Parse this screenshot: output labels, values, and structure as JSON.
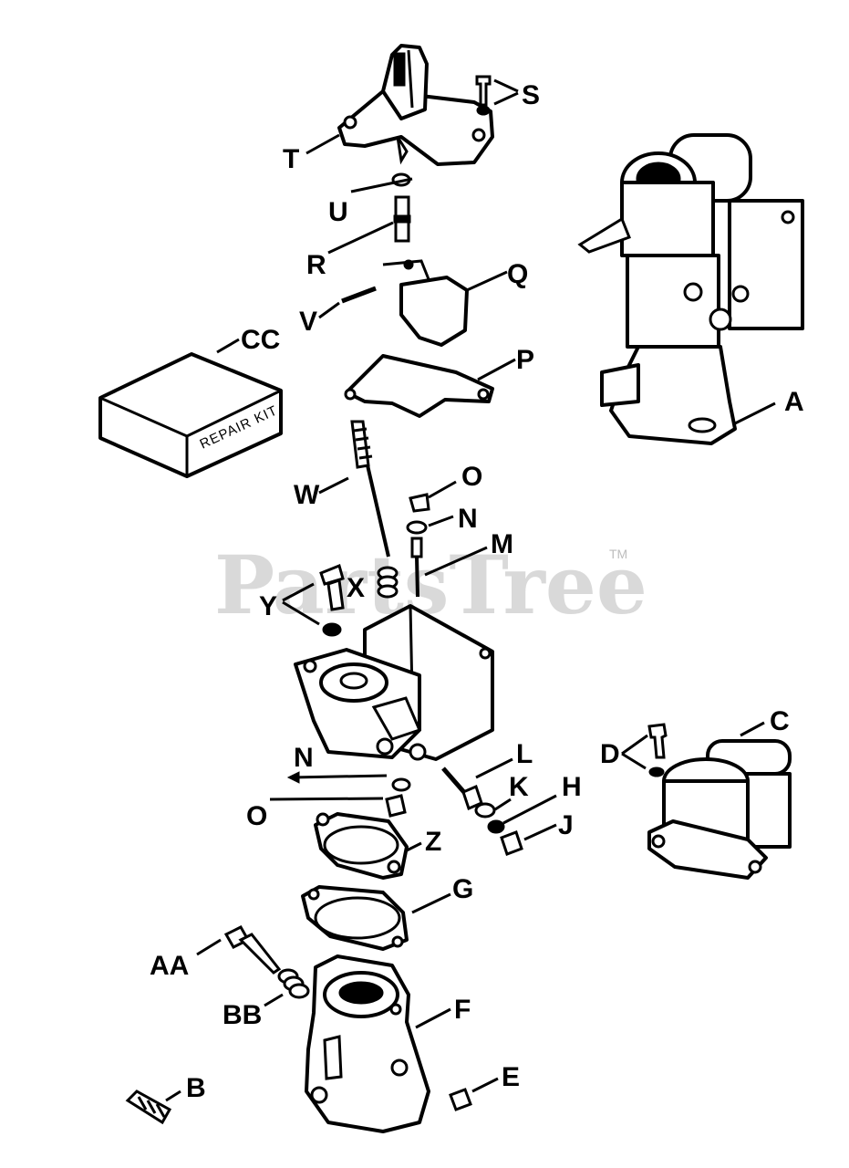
{
  "watermark": {
    "text": "PartsTree",
    "trademark": "TM"
  },
  "repair_kit_text": "REPAIR KIT",
  "labels": {
    "S": "S",
    "T": "T",
    "U": "U",
    "R": "R",
    "Q": "Q",
    "V": "V",
    "CC": "CC",
    "P": "P",
    "A": "A",
    "W": "W",
    "O_top": "O",
    "N_top": "N",
    "M": "M",
    "X": "X",
    "Y": "Y",
    "C": "C",
    "D": "D",
    "L": "L",
    "N_bottom": "N",
    "K": "K",
    "H": "H",
    "O_bottom": "O",
    "J": "J",
    "Z": "Z",
    "G": "G",
    "AA": "AA",
    "BB": "BB",
    "F": "F",
    "B": "B",
    "E": "E"
  }
}
